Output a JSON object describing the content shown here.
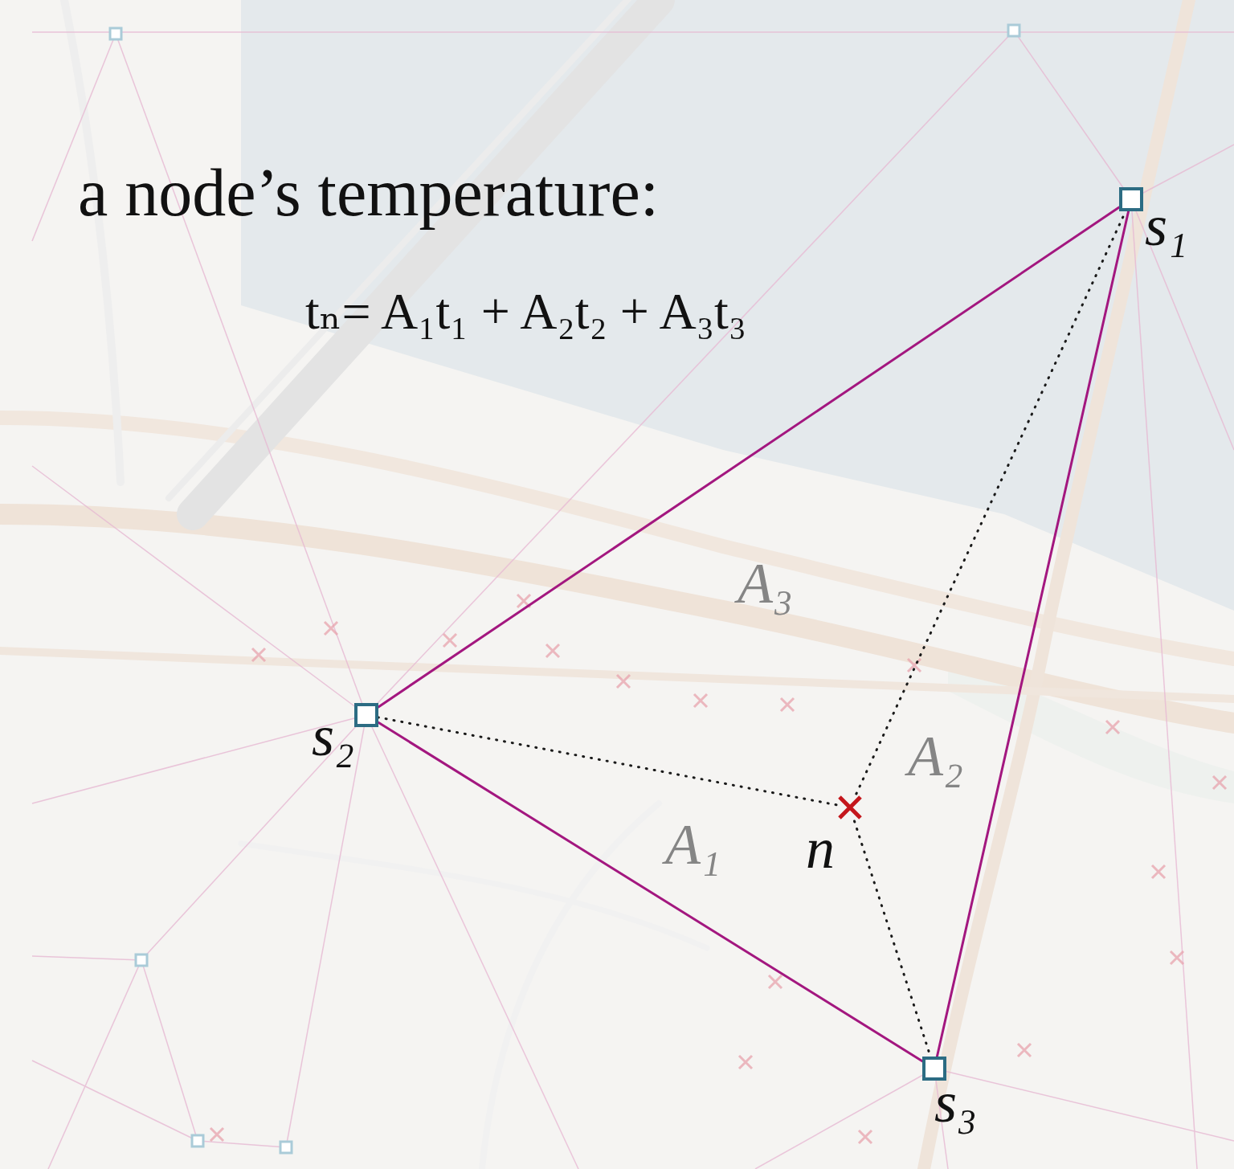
{
  "diagram": {
    "title": "a node’s temperature:",
    "nodes": [
      {
        "text": [
          "s₁"
        ]
      },
      {
        "text": [
          "s₂"
        ]
      },
      {
        "text": [
          "n"
        ]
      },
      {
        "text": [
          "s₃"
        ]
      }
    ],
    "edges": [
      {
        "from": 0,
        "to": 1,
        "arrow": "none"
      },
      {
        "from": 1,
        "to": 3,
        "arrow": "none"
      },
      {
        "from": 3,
        "to": 0,
        "arrow": "none"
      },
      {
        "from": 2,
        "to": 1,
        "arrow": "none"
      },
      {
        "from": 2,
        "to": 0,
        "arrow": "none"
      },
      {
        "from": 2,
        "to": 3,
        "arrow": "none"
      }
    ],
    "labels": [
      "tₙ= A₁t₁ + A₂t₂ + A₃t₃",
      "A₃",
      "A₂",
      "A₁"
    ]
  }
}
